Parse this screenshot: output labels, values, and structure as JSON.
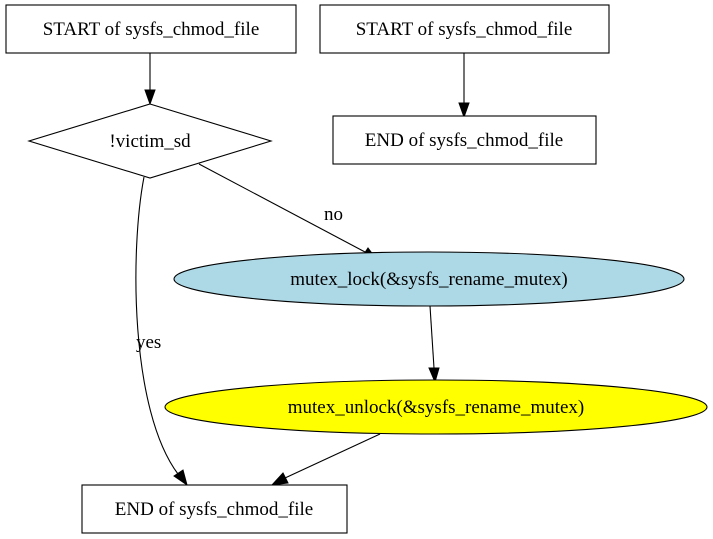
{
  "nodes": {
    "start_main": {
      "label": "START of sysfs_chmod_file",
      "shape": "box"
    },
    "start_alt": {
      "label": "START of sysfs_chmod_file",
      "shape": "box"
    },
    "end_alt": {
      "label": "END of sysfs_chmod_file",
      "shape": "box"
    },
    "decision": {
      "label": "!victim_sd",
      "shape": "diamond"
    },
    "mutex_lock": {
      "label": "mutex_lock(&sysfs_rename_mutex)",
      "shape": "ellipse",
      "fill": "#add8e6"
    },
    "mutex_unlock": {
      "label": "mutex_unlock(&sysfs_rename_mutex)",
      "shape": "ellipse",
      "fill": "#ffff00"
    },
    "end_main": {
      "label": "END of sysfs_chmod_file",
      "shape": "box"
    }
  },
  "edges": {
    "no_label": "no",
    "yes_label": "yes"
  }
}
